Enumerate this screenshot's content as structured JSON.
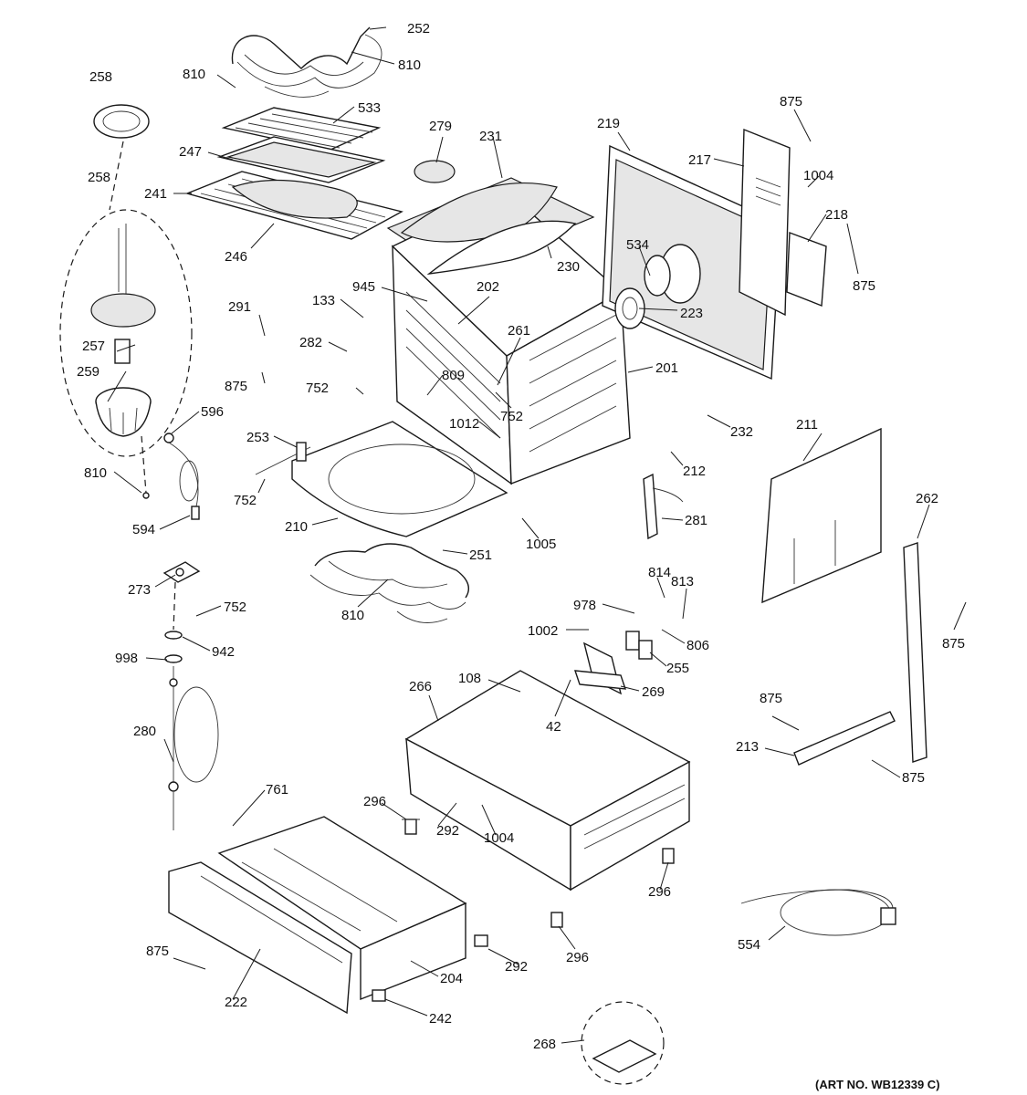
{
  "callouts": {
    "c252": "252",
    "c810a": "810",
    "c810b": "810",
    "c258a": "258",
    "c533": "533",
    "c247": "247",
    "c241": "241",
    "c246": "246",
    "c258b": "258",
    "c279": "279",
    "c231": "231",
    "c219": "219",
    "c875a": "875",
    "c217": "217",
    "c1004a": "1004",
    "c218": "218",
    "c875b": "875",
    "c534": "534",
    "c223": "223",
    "c230": "230",
    "c945": "945",
    "c133": "133",
    "c202": "202",
    "c291": "291",
    "c282": "282",
    "c261": "261",
    "c257": "257",
    "c259": "259",
    "c875c": "875",
    "c752a": "752",
    "c809": "809",
    "c201": "201",
    "c596": "596",
    "c752b": "752",
    "c1012": "1012",
    "c232": "232",
    "c253": "253",
    "c211": "211",
    "c810c": "810",
    "c212": "212",
    "c752c": "752",
    "c262": "262",
    "c594": "594",
    "c210": "210",
    "c281": "281",
    "c1005": "1005",
    "c251": "251",
    "c273": "273",
    "c810d": "810",
    "c814": "814",
    "c813": "813",
    "c752d": "752",
    "c978": "978",
    "c875d": "875",
    "c1002": "1002",
    "c806": "806",
    "c942": "942",
    "c998": "998",
    "c255": "255",
    "c108": "108",
    "c266": "266",
    "c269": "269",
    "c42": "42",
    "c280": "280",
    "c875e": "875",
    "c213": "213",
    "c875f": "875",
    "c761": "761",
    "c296a": "296",
    "c292a": "292",
    "c1004b": "1004",
    "c296b": "296",
    "c554": "554",
    "c875g": "875",
    "c296c": "296",
    "c292b": "292",
    "c204": "204",
    "c222": "222",
    "c242": "242",
    "c268": "268"
  },
  "art_number": "(ART NO. WB12339 C)"
}
